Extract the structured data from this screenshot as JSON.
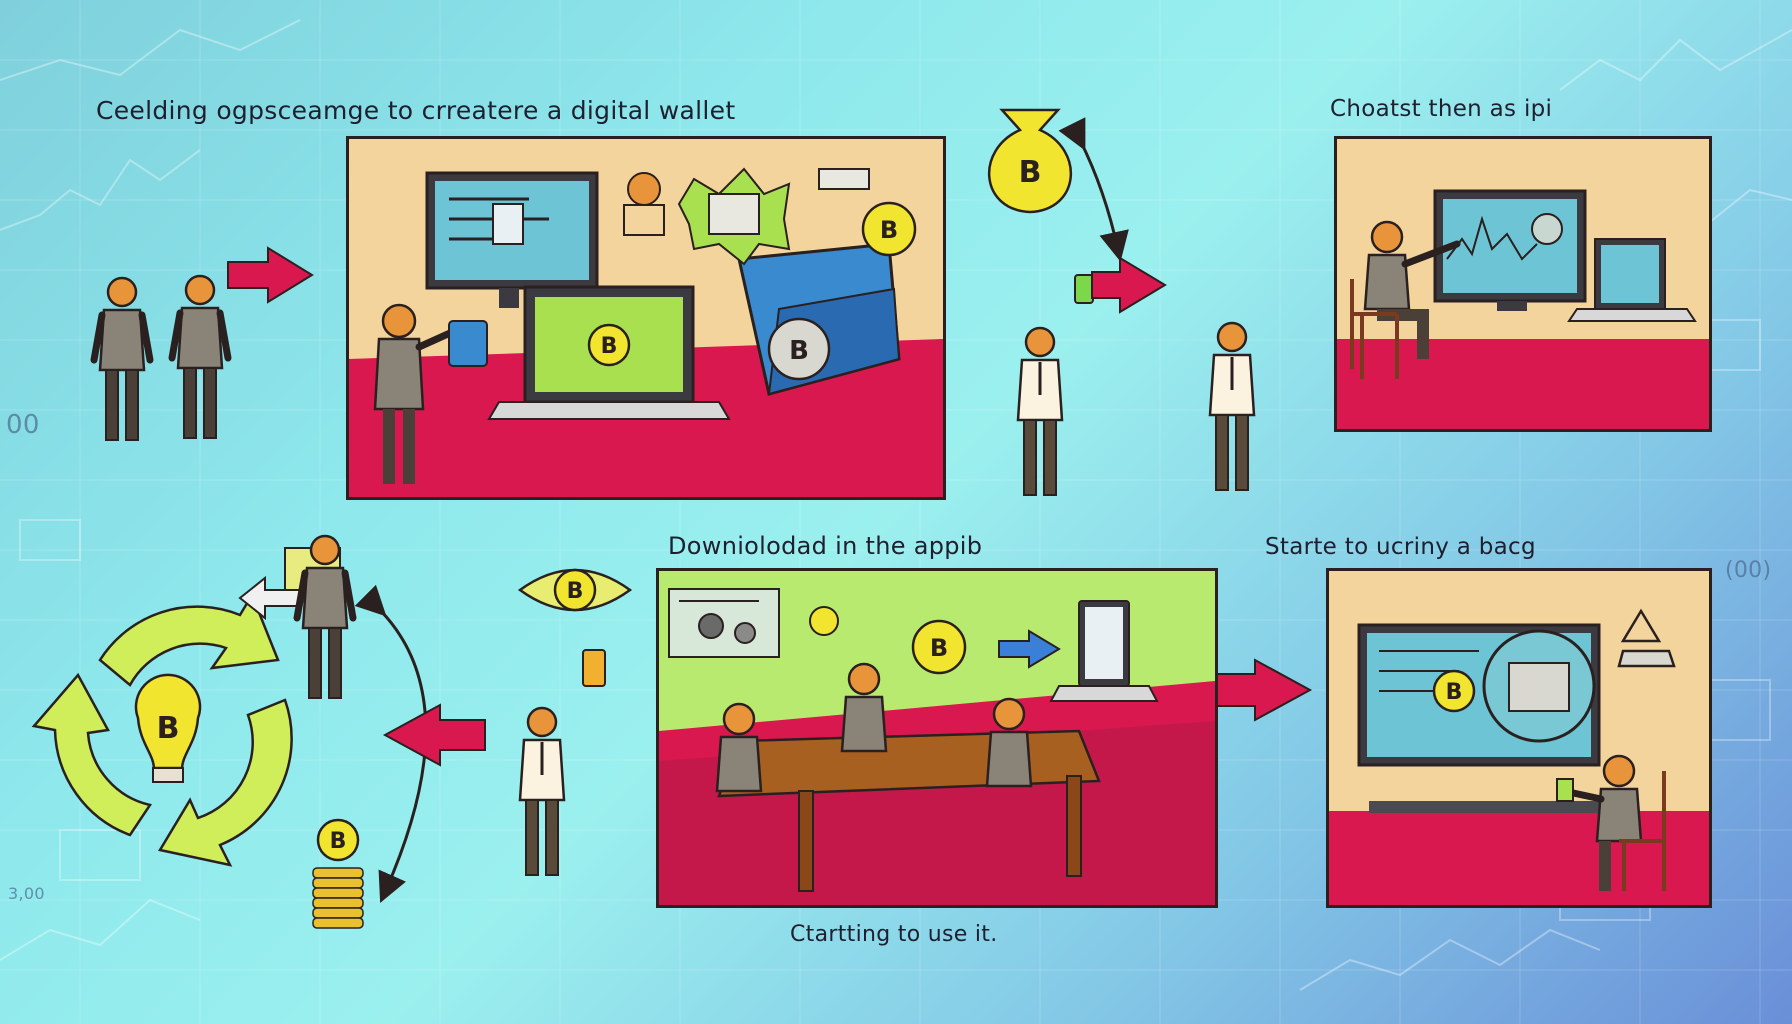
{
  "captions": {
    "step1": "Ceelding ogpsceamge to crreatere a digital wallet",
    "step2": "Choatst then as ipi",
    "step3": "Downiolodad in the appib",
    "step4": "Starte to ucriny a bacg",
    "step5": "Ctartting to use it."
  },
  "bg_numbers": {
    "left_mid": "00",
    "right_mid": "(00)",
    "bottom_left": "3,00"
  },
  "coin_symbol": "B",
  "colors": {
    "outline": "#2a2020",
    "floor_red": "#d8184e",
    "wall_tan": "#f3d49c",
    "coin_yellow": "#f2e530",
    "arrow_red": "#d8184e",
    "arrow_blue": "#3a7fd8",
    "screen_blue": "#6cc4d4",
    "screen_green": "#a8e050",
    "cycle_green": "#cfee5a",
    "wallet_blue": "#3a8ad0"
  }
}
